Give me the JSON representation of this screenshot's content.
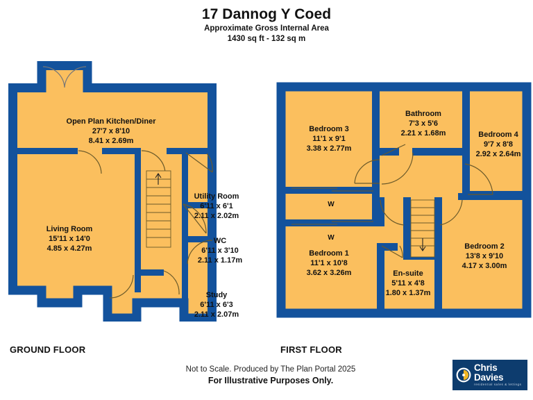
{
  "header": {
    "title": "17 Dannog Y Coed",
    "subtitle_line1": "Approximate Gross Internal Area",
    "subtitle_line2": "1430 sq ft - 132 sq m"
  },
  "floors": [
    {
      "id": "ground",
      "label": "GROUND FLOOR",
      "rooms": [
        {
          "name": "Open Plan Kitchen/Diner",
          "imperial": "27'7 x 8'10",
          "metric": "8.41 x 2.69m"
        },
        {
          "name": "Living Room",
          "imperial": "15'11 x 14'0",
          "metric": "4.85 x 4.27m"
        },
        {
          "name": "Utility Room",
          "imperial": "6'11 x 6'1",
          "metric": "2.11 x 2.02m"
        },
        {
          "name": "WC",
          "imperial": "6'11 x 3'10",
          "metric": "2.11 x 1.17m"
        },
        {
          "name": "Study",
          "imperial": "6'11 x 6'3",
          "metric": "2.11 x 2.07m"
        }
      ]
    },
    {
      "id": "first",
      "label": "FIRST FLOOR",
      "rooms": [
        {
          "name": "Bedroom 3",
          "imperial": "11'1 x 9'1",
          "metric": "3.38 x 2.77m"
        },
        {
          "name": "Bathroom",
          "imperial": "7'3 x 5'6",
          "metric": "2.21 x 1.68m"
        },
        {
          "name": "Bedroom 4",
          "imperial": "9'7 x 8'8",
          "metric": "2.92 x 2.64m"
        },
        {
          "name": "Bedroom 1",
          "imperial": "11'1 x 10'8",
          "metric": "3.62 x 3.26m"
        },
        {
          "name": "En-suite",
          "imperial": "5'11 x 4'8",
          "metric": "1.80 x 1.37m"
        },
        {
          "name": "Bedroom 2",
          "imperial": "13'8 x 9'10",
          "metric": "4.17 x 3.00m"
        }
      ],
      "wardrobe_markers": [
        "W",
        "W"
      ]
    }
  ],
  "footer": {
    "disclaimer_line1": "Not to Scale. Produced by The Plan Portal 2025",
    "disclaimer_line2": "For Illustrative Purposes Only."
  },
  "logo": {
    "name": "Chris Davies",
    "tagline": "residential sales & lettings"
  },
  "colors": {
    "wall": "#13529c",
    "floor_fill": "#fbbf5e",
    "logo_bg": "#0d3c6e",
    "logo_accent": "#f2b624",
    "text": "#111111"
  }
}
